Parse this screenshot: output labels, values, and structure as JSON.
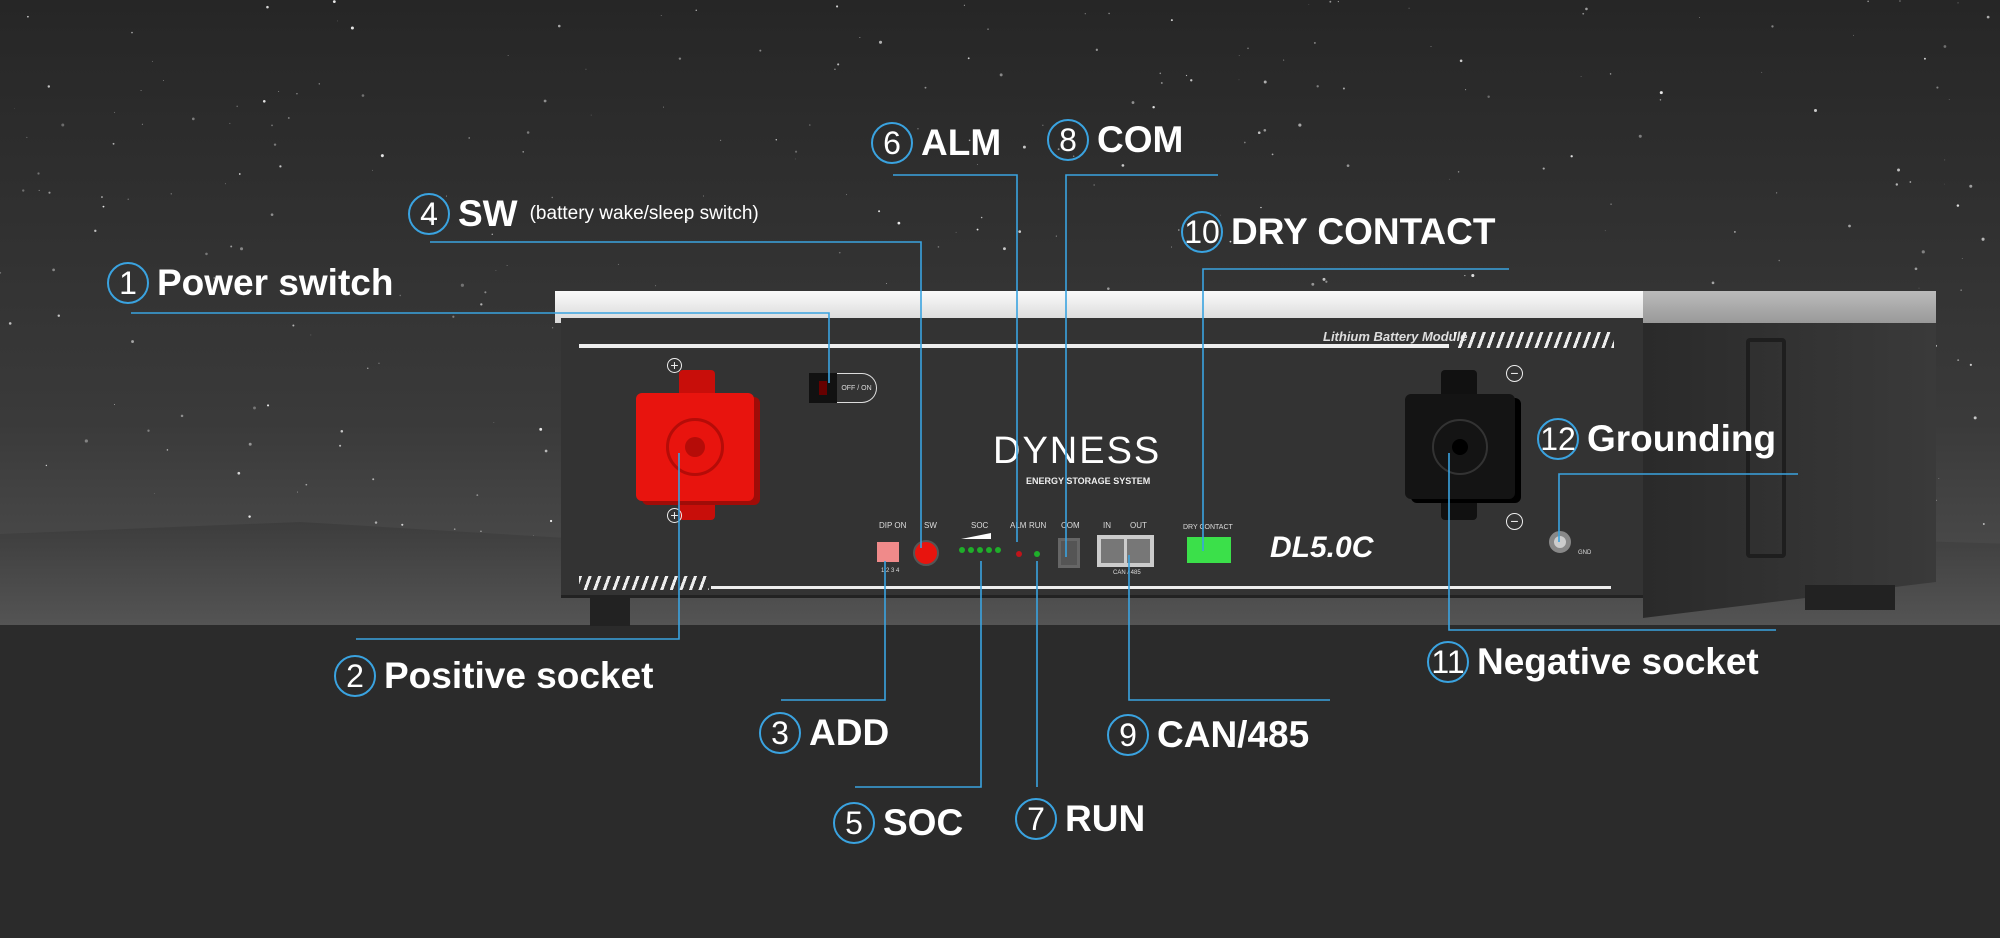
{
  "product": {
    "brand": "DYNESS",
    "tagline": "ENERGY STORAGE SYSTEM",
    "module_label": "Lithium Battery Module",
    "model": "DL5.0C",
    "panel": {
      "switch": "OFF / ON",
      "dip": "DIP ON",
      "dip_numbers": "1 2 3 4",
      "sw": "SW",
      "soc": "SOC",
      "alm": "ALM",
      "run": "RUN",
      "com": "COM",
      "in": "IN",
      "out": "OUT",
      "can485": "CAN / 485",
      "dry_contact": "DRY CONTACT",
      "gnd": "GND",
      "plus": "+",
      "minus": "−"
    }
  },
  "callouts": [
    {
      "n": "1",
      "label": "Power switch"
    },
    {
      "n": "2",
      "label": "Positive socket"
    },
    {
      "n": "3",
      "label": "ADD"
    },
    {
      "n": "4",
      "label": "SW",
      "note": "(battery wake/sleep switch)"
    },
    {
      "n": "5",
      "label": "SOC"
    },
    {
      "n": "6",
      "label": "ALM"
    },
    {
      "n": "7",
      "label": "RUN"
    },
    {
      "n": "8",
      "label": "COM"
    },
    {
      "n": "9",
      "label": "CAN/485"
    },
    {
      "n": "10",
      "label": "DRY CONTACT"
    },
    {
      "n": "11",
      "label": "Negative socket"
    },
    {
      "n": "12",
      "label": "Grounding"
    }
  ],
  "colors": {
    "leader": "#3aa3e0",
    "positive": "#e8140e",
    "led_green": "#1fae2a",
    "led_red": "#c0141a",
    "dry_contact": "#3be04a"
  }
}
